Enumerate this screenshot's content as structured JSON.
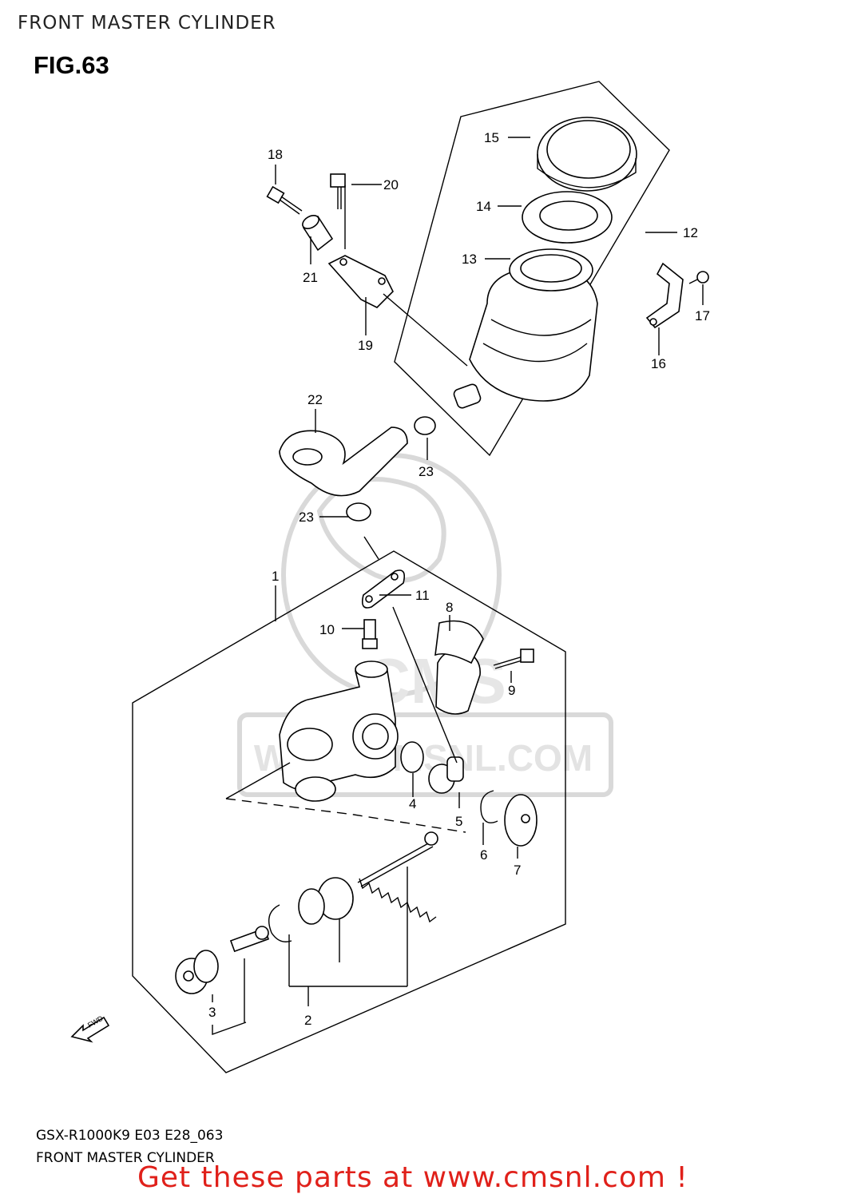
{
  "header": {
    "title": "FRONT MASTER CYLINDER"
  },
  "figure": {
    "label": "FIG.63"
  },
  "watermark": {
    "text": "WWW.CMSNL.COM",
    "logo": "CMS"
  },
  "callouts": {
    "c1": "1",
    "c2": "2",
    "c3": "3",
    "c4": "4",
    "c5": "5",
    "c6": "6",
    "c7": "7",
    "c8": "8",
    "c9": "9",
    "c10": "10",
    "c11": "11",
    "c12": "12",
    "c13": "13",
    "c14": "14",
    "c15": "15",
    "c16": "16",
    "c17": "17",
    "c18": "18",
    "c19": "19",
    "c20": "20",
    "c21": "21",
    "c22": "22",
    "c23a": "23",
    "c23b": "23"
  },
  "fwd_arrow": {
    "text": "FWD"
  },
  "footer": {
    "model": "GSX-R1000K9 E03 E28_063",
    "caption": "FRONT MASTER CYLINDER",
    "promo": "Get these parts at www.cmsnl.com !"
  },
  "colors": {
    "promo": "#e0201a",
    "watermark": "#d9d9d9"
  }
}
